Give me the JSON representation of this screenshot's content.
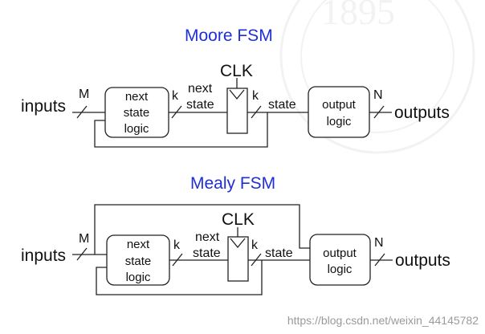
{
  "moore": {
    "title": "Moore FSM",
    "inputs": "inputs",
    "m": "M",
    "next_state_logic": [
      "next",
      "state",
      "logic"
    ],
    "k_left": "k",
    "next_state_label": [
      "next",
      "state"
    ],
    "clk": "CLK",
    "k_right": "k",
    "state": "state",
    "output_logic": [
      "output",
      "logic"
    ],
    "n": "N",
    "outputs": "outputs"
  },
  "mealy": {
    "title": "Mealy FSM",
    "inputs": "inputs",
    "m": "M",
    "next_state_logic": [
      "next",
      "state",
      "logic"
    ],
    "k_left": "k",
    "next_state_label": [
      "next",
      "state"
    ],
    "clk": "CLK",
    "k_right": "k",
    "state": "state",
    "output_logic": [
      "output",
      "logic"
    ],
    "n": "N",
    "outputs": "outputs"
  },
  "watermark": "https://blog.csdn.net/weixin_44145782",
  "colors": {
    "title": "#1f2fd6",
    "line": "#222222"
  }
}
